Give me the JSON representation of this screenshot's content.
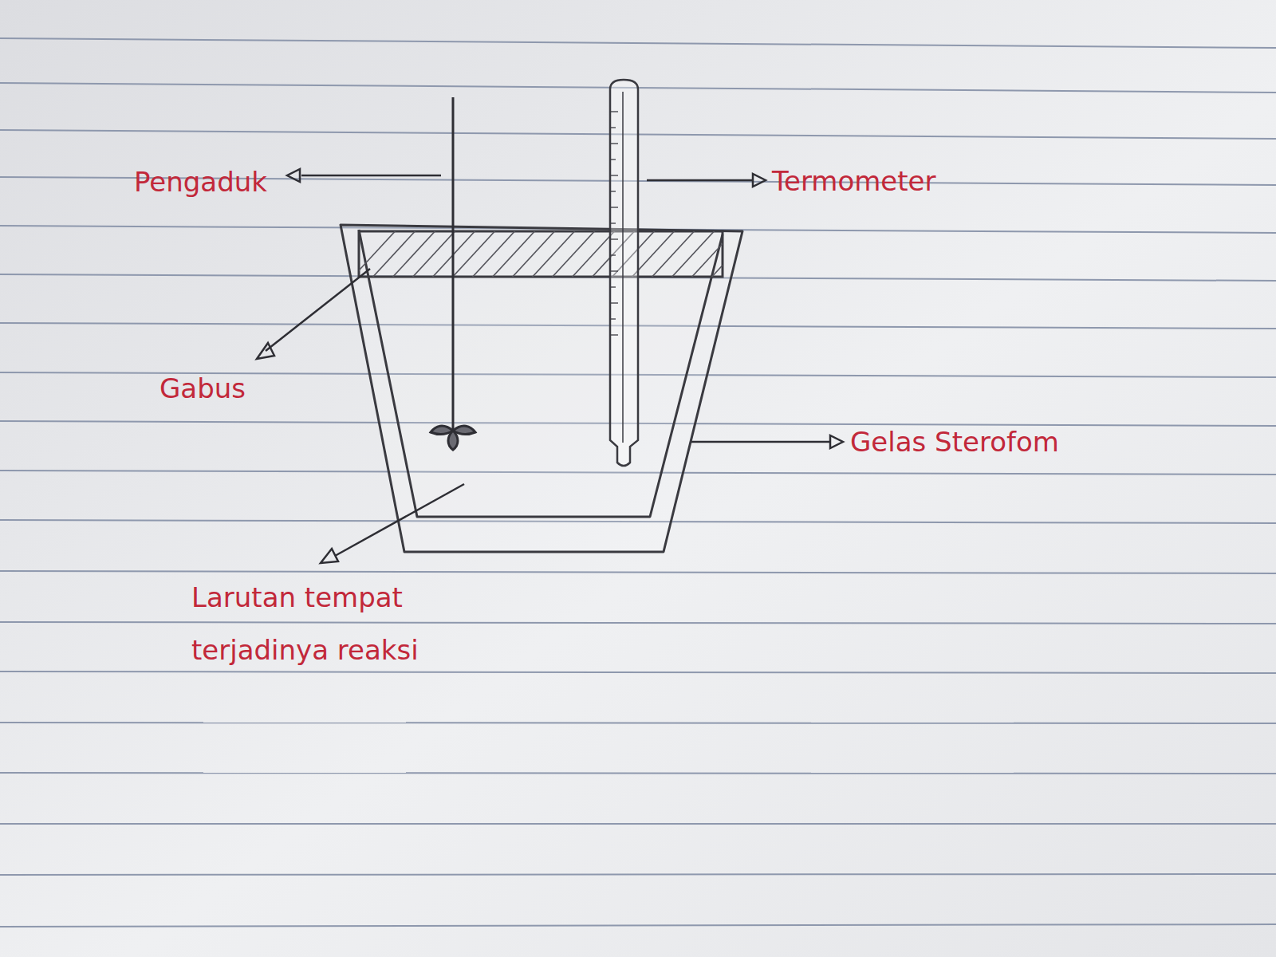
{
  "diagram": {
    "labels": [
      "Pengaduk",
      "Termometer",
      "Gabus",
      "Gelas Sterofom",
      "Larutan tempat terjadinya reaksi"
    ]
  }
}
